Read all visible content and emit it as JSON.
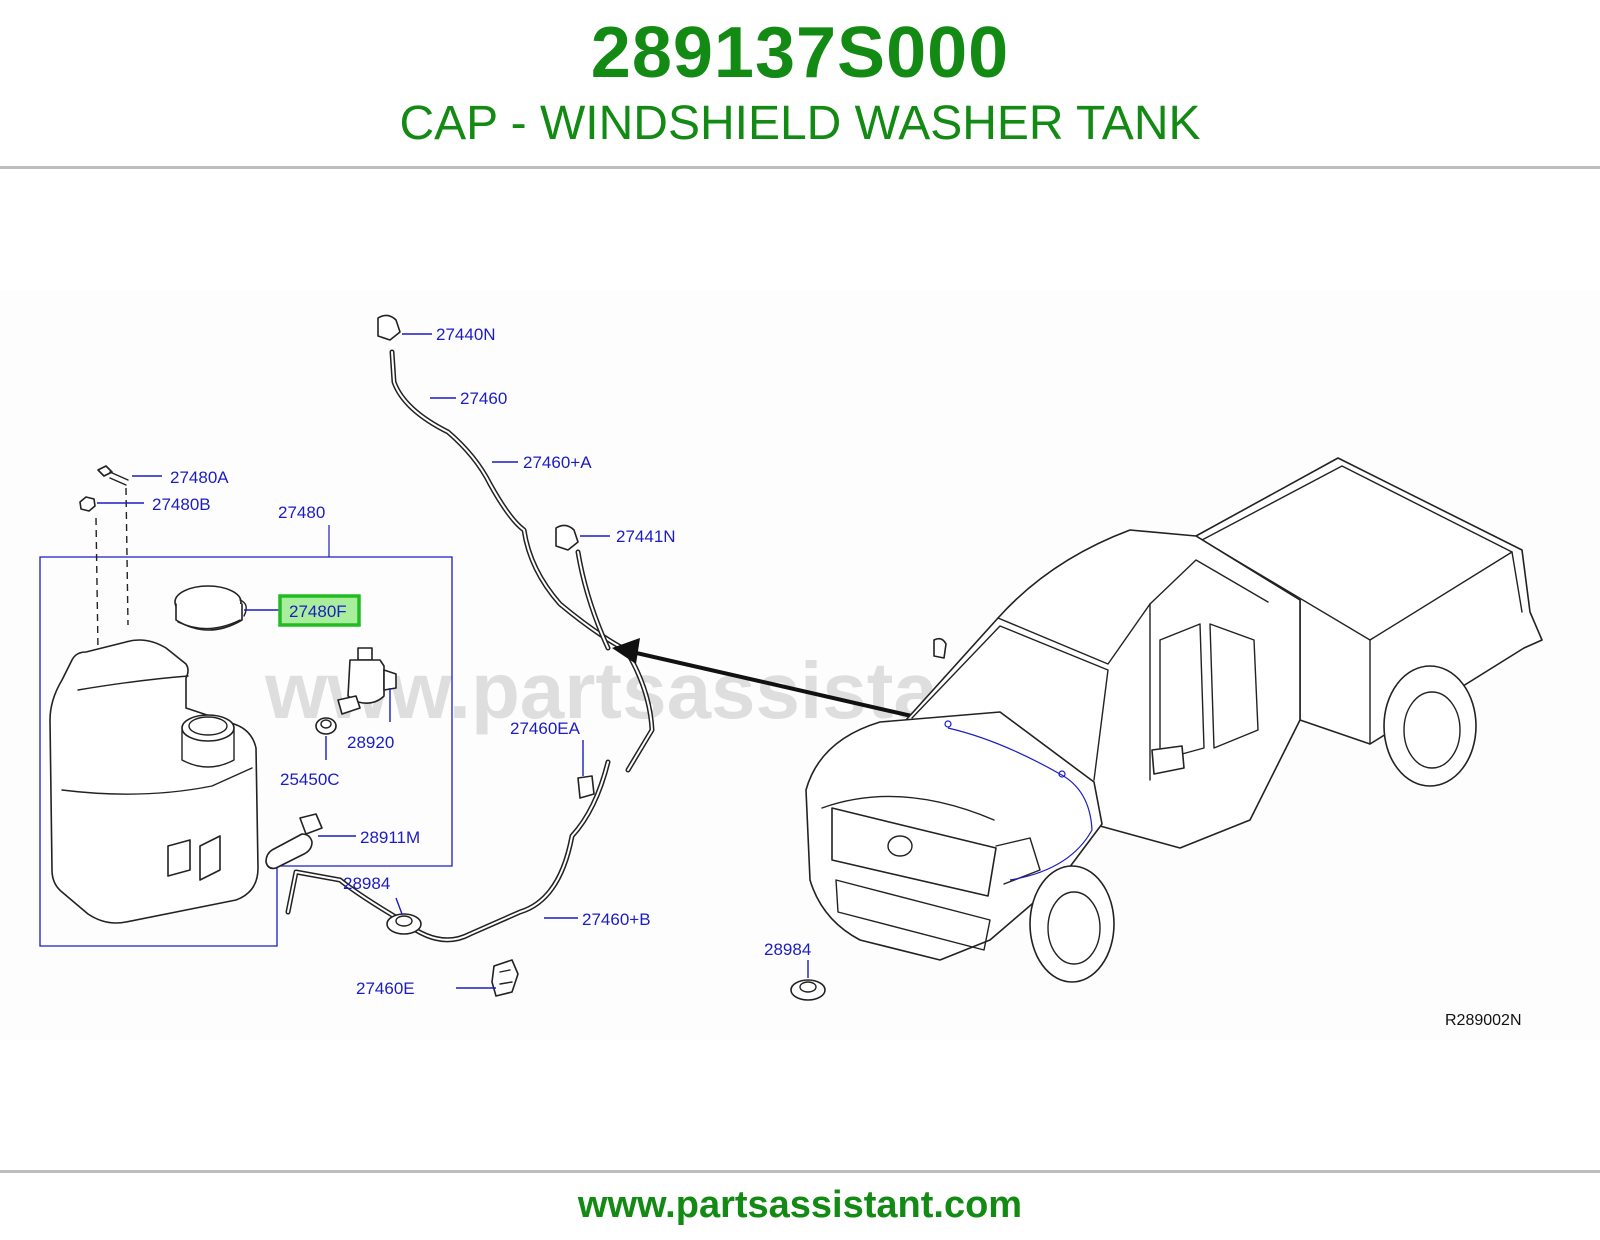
{
  "header": {
    "part_number": "289137S000",
    "description": "CAP - WINDSHIELD WASHER TANK"
  },
  "diagram": {
    "watermark": "www.partsassistant.com",
    "reference_code": "R289002N",
    "highlighted_part": "27480F",
    "callouts": {
      "c_27440N": "27440N",
      "c_27460": "27460",
      "c_27460A": "27460+A",
      "c_27441N": "27441N",
      "c_27480A": "27480A",
      "c_27480B": "27480B",
      "c_27480": "27480",
      "c_27480F": "27480F",
      "c_28920": "28920",
      "c_25450C": "25450C",
      "c_27460EA": "27460EA",
      "c_28911M": "28911M",
      "c_28984_left": "28984",
      "c_27460B": "27460+B",
      "c_27460E": "27460E",
      "c_28984_right": "28984"
    },
    "colors": {
      "callout_text": "#1c1cc4",
      "highlight_border": "#22bb22",
      "highlight_fill": "#a8ee9c",
      "brand_green": "#138a13"
    }
  },
  "footer": {
    "url": "www.partsassistant.com"
  }
}
